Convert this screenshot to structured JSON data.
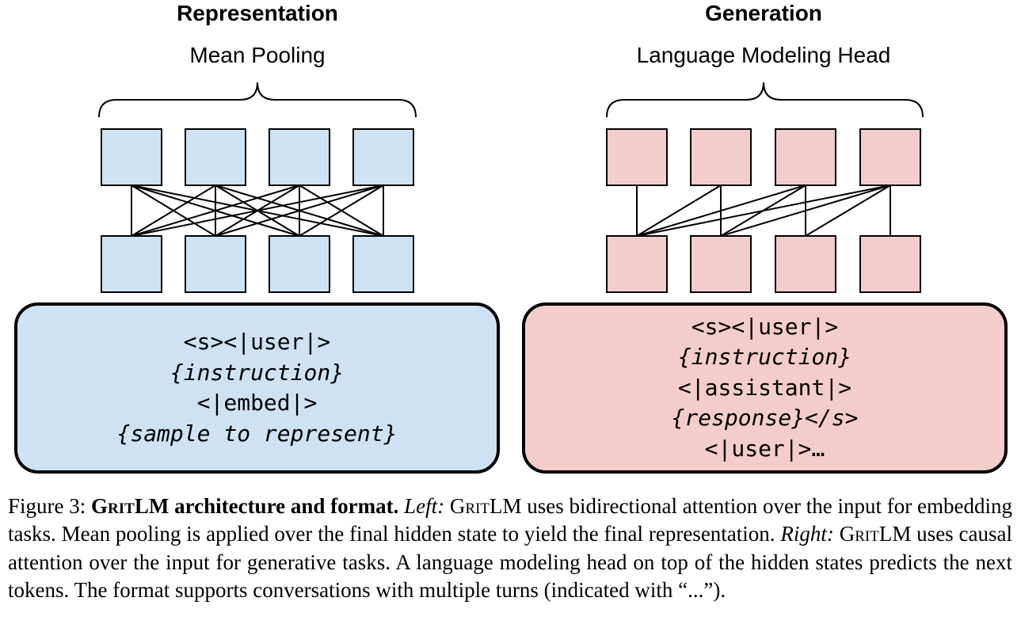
{
  "left": {
    "heading": "Representation",
    "subheading": "Mean Pooling",
    "box_color": "#cfe2f3",
    "lines": [
      {
        "text": "<s><|user|>",
        "italic": false
      },
      {
        "text": "{instruction}",
        "italic": true
      },
      {
        "text": "<|embed|>",
        "italic": false
      },
      {
        "text": "{sample to represent}",
        "italic": true
      }
    ]
  },
  "right": {
    "heading": "Generation",
    "subheading": "Language Modeling Head",
    "box_color": "#f4cccc",
    "lines": [
      {
        "text": "<s><|user|>",
        "italic": false
      },
      {
        "text": "{instruction}",
        "italic": true
      },
      {
        "text": "<|assistant|>",
        "italic": false
      },
      {
        "text": "{response}</s>",
        "italic": true
      },
      {
        "text": "<|user|>…",
        "italic": false
      }
    ]
  },
  "caption": {
    "label": "Figure 3: ",
    "title_sc": "GritLM",
    "title_rest": " architecture and format.",
    "left_label": "Left:",
    "model": "GritLM",
    "t1": " uses bidirectional attention over the input for embedding tasks. Mean pooling is applied over the final hidden state to yield the final representation. ",
    "right_label": "Right:",
    "t2": " uses causal attention over the input for generative tasks. A language modeling head on top of the hidden states predicts the next tokens. The format supports conversations with multiple turns (indicated with “...”)."
  }
}
